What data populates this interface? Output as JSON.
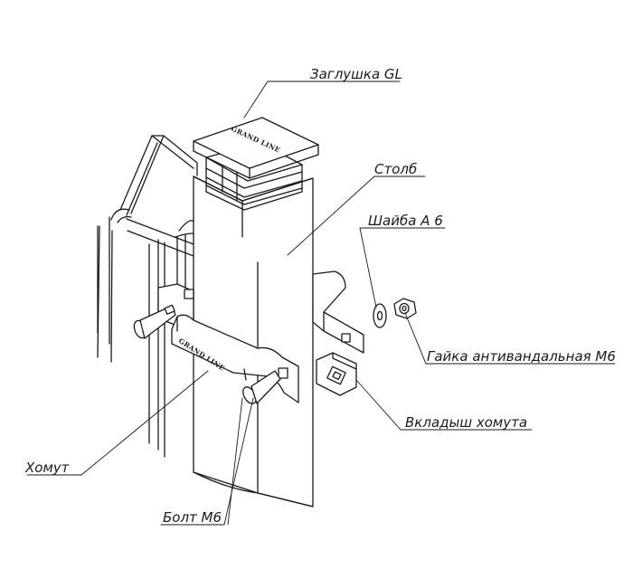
{
  "labels": {
    "cap": "Заглушка GL",
    "post": "Столб",
    "washer": "Шайба А 6",
    "nut": "Гайка антивандальная М6",
    "insert": "Вкладыш хомута",
    "clamp": "Хомут",
    "bolt": "Болт М6"
  },
  "brand": {
    "cap_logo": "GRAND LINE",
    "clamp_logo": "GRAND LINE"
  }
}
